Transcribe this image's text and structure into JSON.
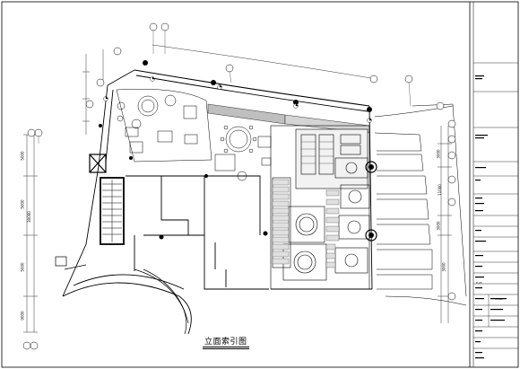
{
  "drawing_title": "立面索引图",
  "dimensions": {
    "left": [
      "5000",
      "5000",
      "30000",
      "5000",
      "9000"
    ],
    "right": [
      "3000",
      "11000",
      "3000",
      "3000"
    ]
  },
  "title_block": {
    "fields": [
      "",
      "",
      "",
      "",
      "",
      "",
      "",
      "",
      "",
      "",
      "",
      "",
      "",
      "",
      "",
      "",
      "",
      "",
      ""
    ],
    "scale": "1:100",
    "sheet_no": "P-05"
  }
}
